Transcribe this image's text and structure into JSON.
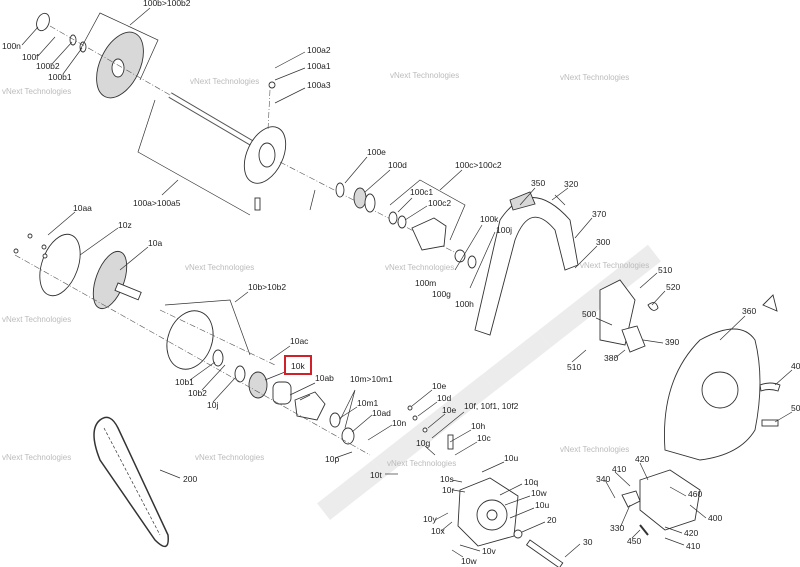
{
  "diagram": {
    "labels": [
      "100b>100b2",
      "100n",
      "100f",
      "100b2",
      "100b1",
      "100a2",
      "100a1",
      "100a3",
      "100a>100a5",
      "100e",
      "100d",
      "100c>100c2",
      "100c1",
      "100c2",
      "100k",
      "100j",
      "100m",
      "100g",
      "100h",
      "350",
      "320",
      "370",
      "300",
      "10aa",
      "10z",
      "10a",
      "10b>10b2",
      "10ac",
      "10k",
      "10ab",
      "10b1",
      "10b2",
      "10j",
      "10m>10m1",
      "10m1",
      "10ad",
      "10n",
      "10p",
      "10e",
      "10d",
      "10e",
      "10f, 10f1, 10f2",
      "10h",
      "10c",
      "10g",
      "10u",
      "10t",
      "10s",
      "10r",
      "10q",
      "10w",
      "10u",
      "10y",
      "10x",
      "10v",
      "10w",
      "20",
      "30",
      "200",
      "510",
      "520",
      "500",
      "390",
      "380",
      "510",
      "360",
      "40",
      "50",
      "420",
      "410",
      "340",
      "460",
      "400",
      "330",
      "450",
      "420",
      "410"
    ],
    "highlighted_label": "10k",
    "highlight_color": "#d0202a",
    "watermark": "vNext Technologies",
    "watermark_sub": "Technologies"
  }
}
